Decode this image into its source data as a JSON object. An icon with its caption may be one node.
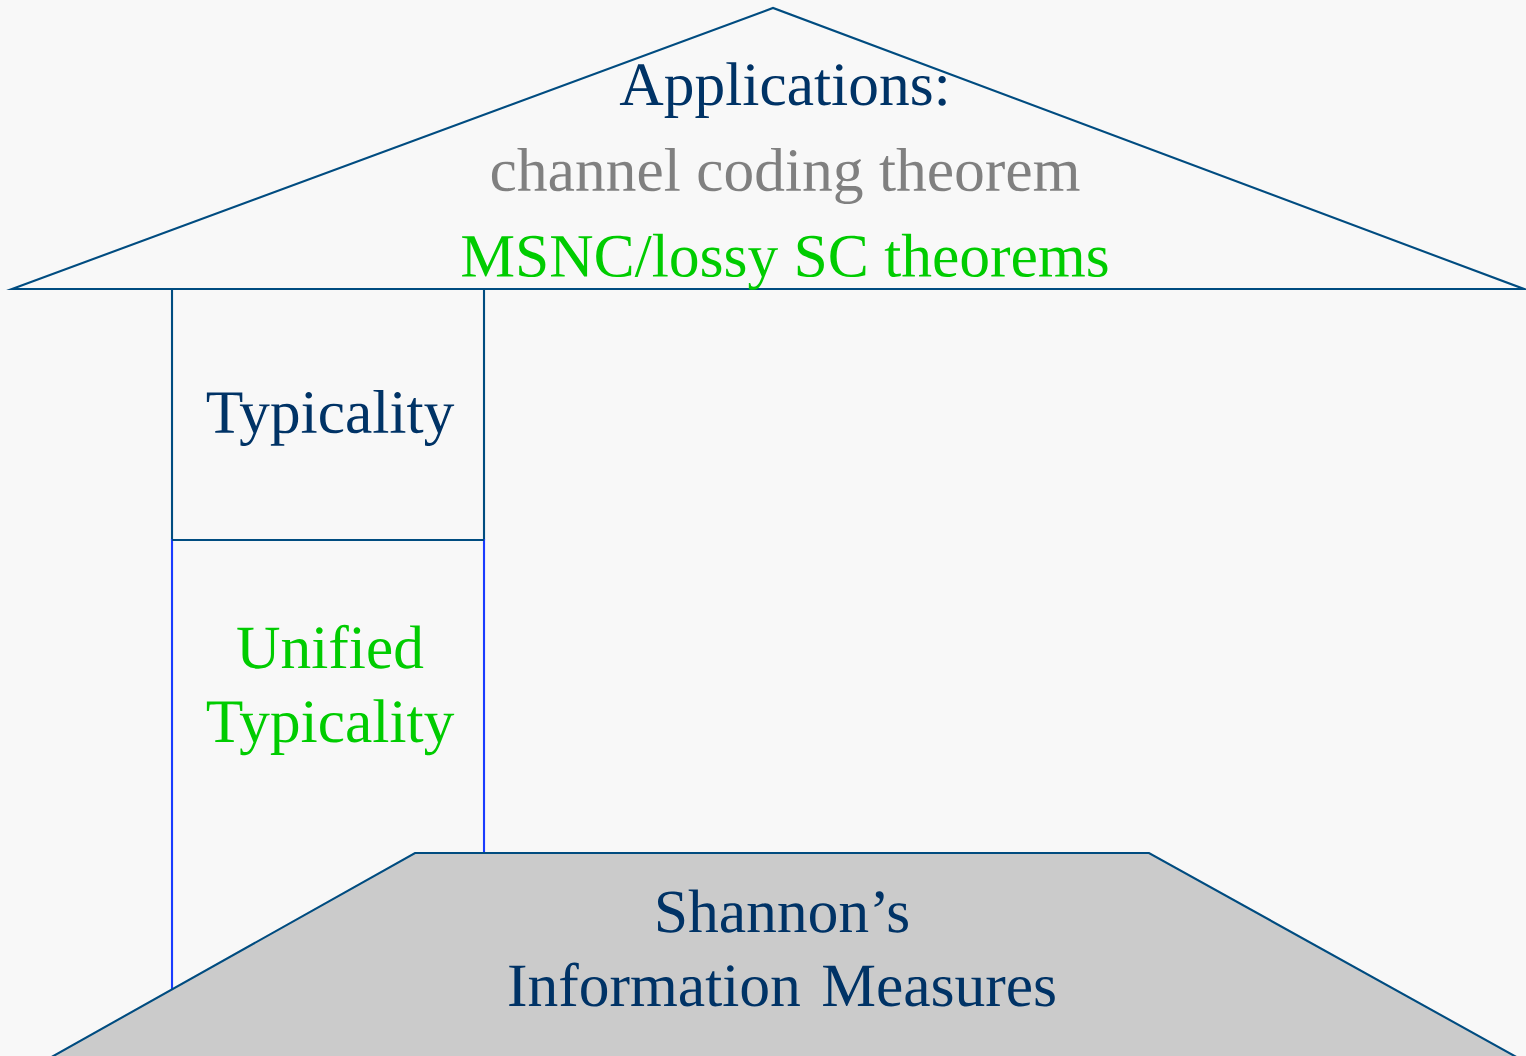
{
  "diagram": {
    "nodes": [
      {
        "text": [
          "Applications:",
          "channel coding theorem",
          "MSNC/lossy SC theorems"
        ]
      },
      {
        "text": [
          "Typicality"
        ]
      },
      {
        "text": [
          "Unified Typicality"
        ]
      },
      {
        "text": [
          "Shannon’s Information Measures"
        ]
      }
    ],
    "edges": []
  }
}
